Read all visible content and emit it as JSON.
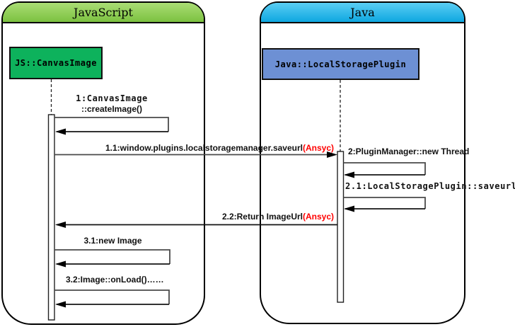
{
  "diagram": {
    "type": "uml-sequence-diagram",
    "frames": {
      "javascript": {
        "title": "JavaScript",
        "header_color": "#8fca4c"
      },
      "java": {
        "title": "Java",
        "header_color": "#29b9ea"
      }
    },
    "objects": {
      "js_canvas_image": {
        "label": "JS::CanvasImage",
        "fill": "#0db25c"
      },
      "java_local_storage_plugin": {
        "label": "Java::LocalStoragePlugin",
        "fill": "#6d90d4"
      }
    },
    "messages": {
      "m1": {
        "line1": "1:CanvasImage",
        "line2": "::createImage()"
      },
      "m1_1": {
        "text": "1.1:window.plugins.localstoragemanager.saveurl",
        "annotation": "(Ansyc)",
        "annotation_color": "#ff0000"
      },
      "m2": {
        "text": "2:PluginManager::new Thread"
      },
      "m2_1": {
        "text": "2.1:LocalStoragePlugin::saveurl"
      },
      "m2_2": {
        "text": "2.2:Return ImageUrl",
        "annotation": "(Ansyc)",
        "annotation_color": "#ff0000"
      },
      "m3_1": {
        "text": "3.1:new Image"
      },
      "m3_2": {
        "text": "3.2:Image::onLoad()……"
      }
    }
  }
}
